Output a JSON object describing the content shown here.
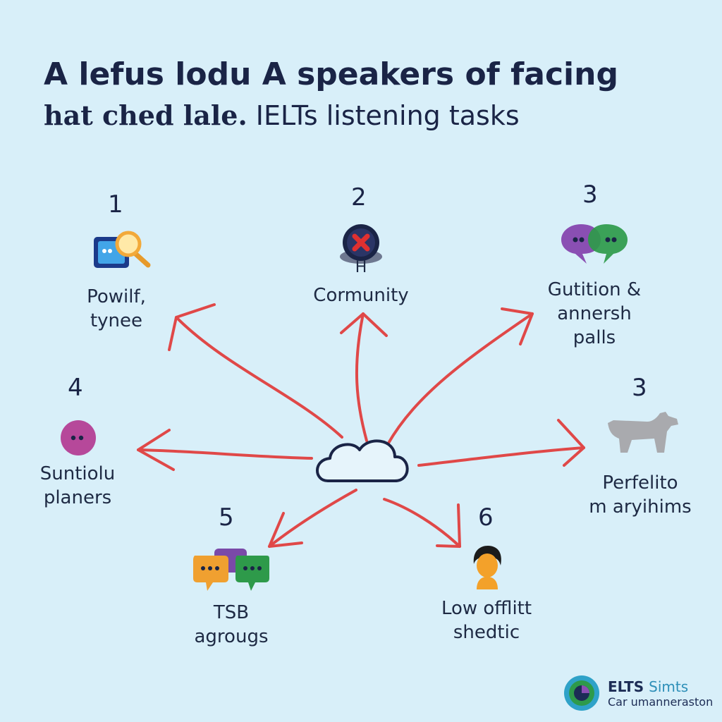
{
  "title": {
    "line1": "A lefus lodu A speakers of facing",
    "line2_hand": "hat ched lale.",
    "line2_rest": "IELTs listening tasks"
  },
  "nodes": [
    {
      "number": "1",
      "label_lines": [
        "Powilf,",
        "tynee"
      ],
      "icon": "document-search-icon"
    },
    {
      "number": "2",
      "label_lines": [
        "Cormunity"
      ],
      "icon": "error-headset-icon",
      "caption": "H"
    },
    {
      "number": "3",
      "label_lines": [
        "Gutition &",
        "annersh",
        "palls"
      ],
      "icon": "speech-bubbles-icon"
    },
    {
      "number": "4",
      "label_lines": [
        "Suntiolu",
        "planers"
      ],
      "icon": "chat-dot-icon"
    },
    {
      "number": "3",
      "label_lines": [
        "Perfelito",
        "m aryihims"
      ],
      "icon": "animal-icon"
    },
    {
      "number": "5",
      "label_lines": [
        "TSB",
        "agrougs"
      ],
      "icon": "group-chat-icon"
    },
    {
      "number": "6",
      "label_lines": [
        "Low offlitt",
        "shedtic"
      ],
      "icon": "person-icon"
    }
  ],
  "center": {
    "icon": "cloud-icon"
  },
  "colors": {
    "background": "#d8eff9",
    "arrow": "#e04848",
    "text": "#1a2446",
    "purple": "#8a4fb3",
    "green": "#2e9a4a",
    "orange": "#f0a030",
    "magenta": "#b6489a"
  },
  "logo": {
    "name_main": "ELTS",
    "name_accent": "Simts",
    "tagline": "Car umanneraston",
    "icon": "ielts-logo-icon"
  }
}
